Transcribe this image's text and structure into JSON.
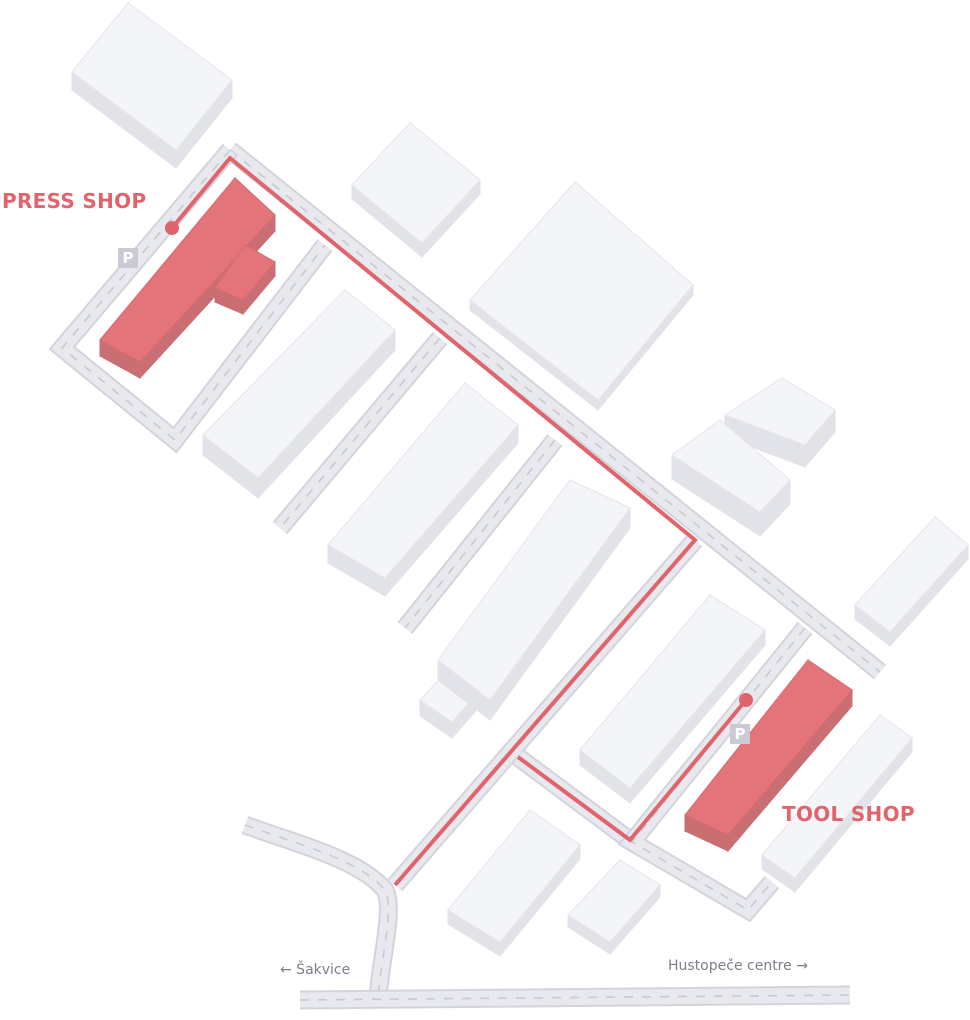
{
  "labels": {
    "press_shop": "PRESS SHOP",
    "tool_shop": "TOOL SHOP"
  },
  "destinations": {
    "left": "← Šakvice",
    "right": "Hustopeče centre →"
  },
  "parking": {
    "symbol": "P"
  },
  "colors": {
    "accent": "#e0646b",
    "highlight_top": "#e3747a",
    "highlight_side": "#c96f74",
    "building_top": "#f4f5f8",
    "building_side": "#e2e3e9",
    "road": "#e8e9ee",
    "road_edge": "#d3d4db",
    "text_muted": "#7d7e88"
  }
}
